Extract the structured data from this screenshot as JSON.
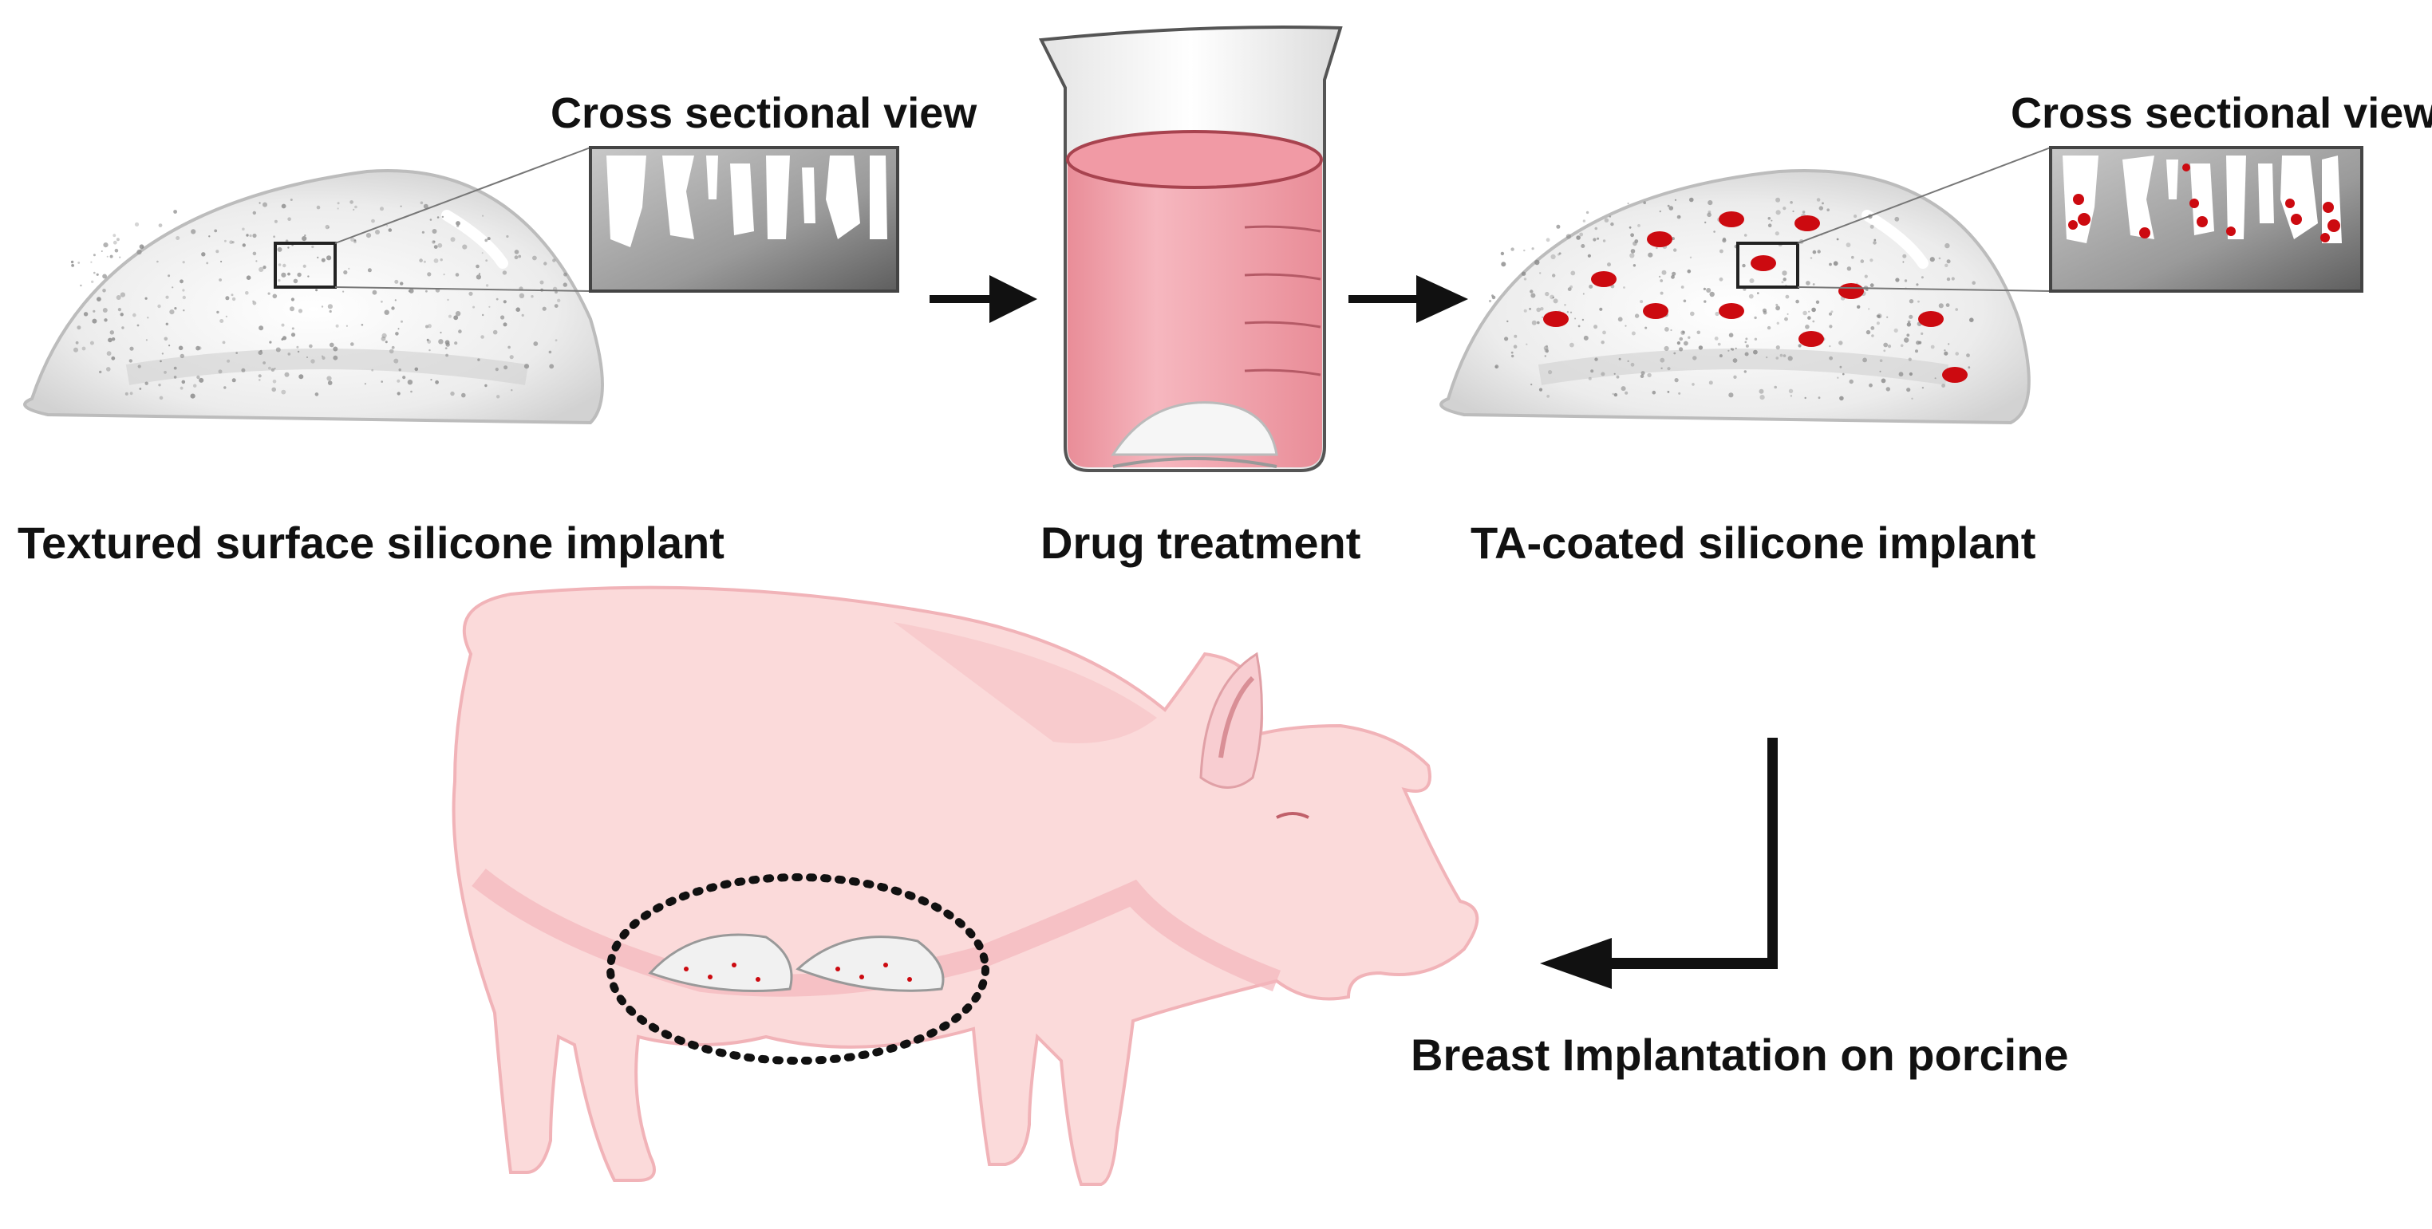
{
  "labels": {
    "implant_textured": "Textured surface silicone implant",
    "drug_treatment": "Drug treatment",
    "implant_ta": "TA-coated silicone implant",
    "cross_section_left": "Cross sectional view",
    "cross_section_right": "Cross sectional view",
    "porcine": "Breast Implantation on porcine"
  },
  "colors": {
    "implant_fill": "#efefef",
    "implant_outline": "#bdbdbd",
    "drug_dot": "#cc0a10",
    "liquid": "#f2a4ad",
    "liquid_top": "#e27c8a",
    "pig_body": "#fbdada",
    "pig_shade": "#f3b4b8",
    "arrow": "#111111"
  },
  "icons": {
    "arrow_1": "right-arrow-icon",
    "arrow_2": "right-arrow-icon",
    "arrow_3": "elbow-left-arrow-icon",
    "implant": "silicone-implant-icon",
    "beaker": "beaker-icon",
    "pig": "pig-icon"
  }
}
